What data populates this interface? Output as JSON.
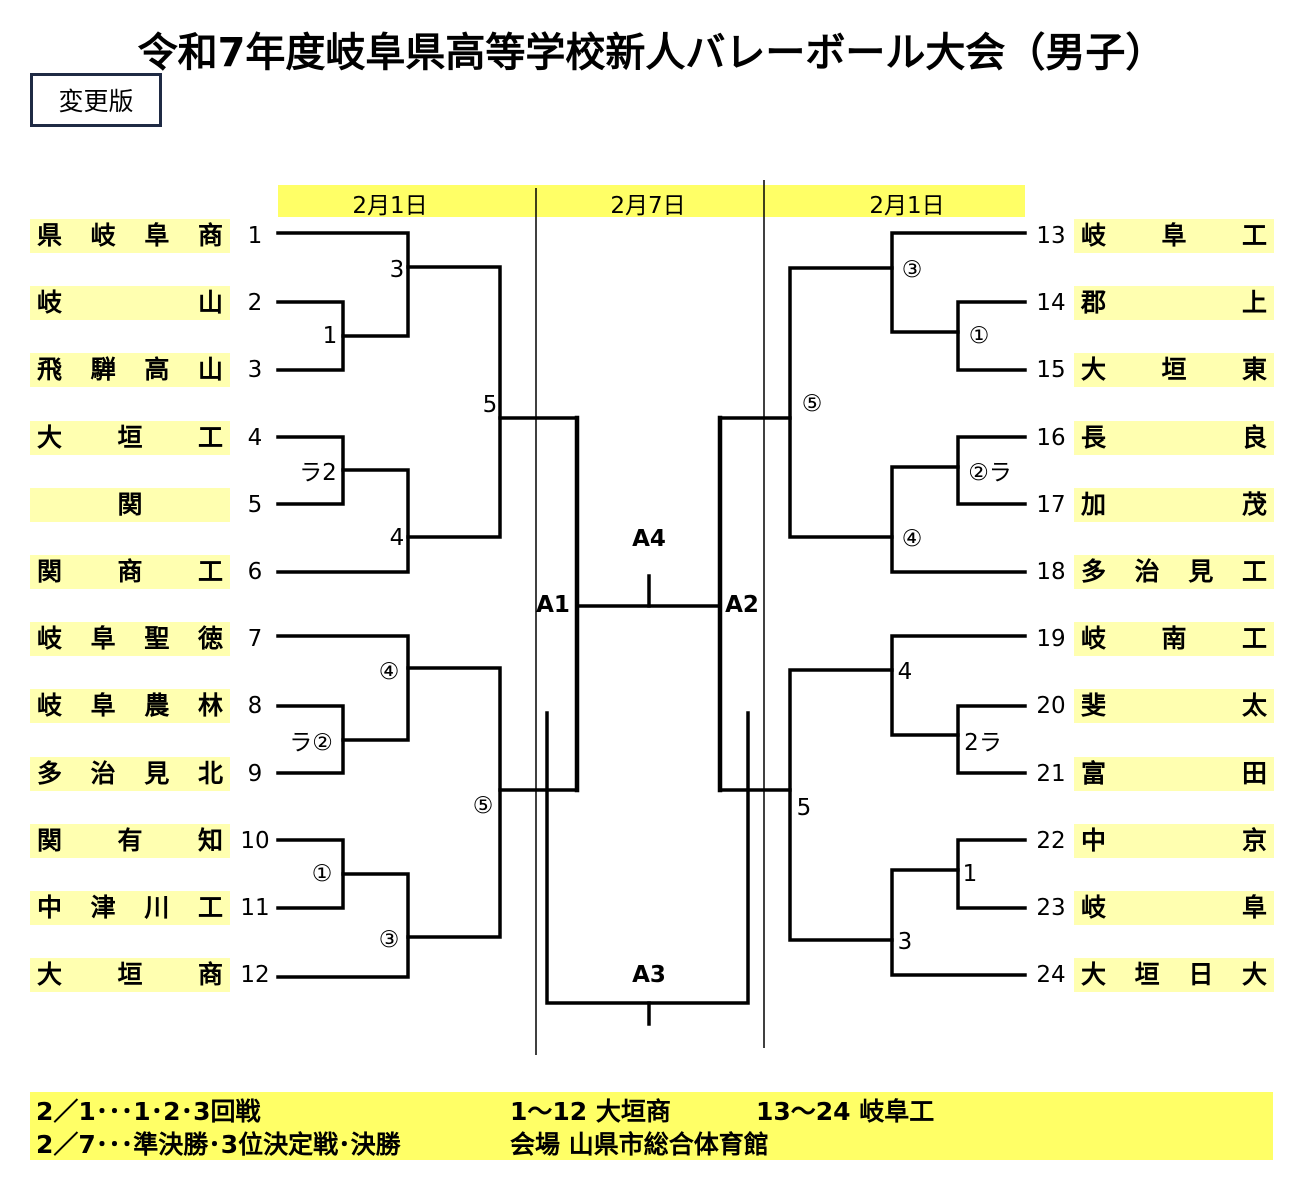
{
  "title": "令和7年度岐阜県高等学校新人バレーボール大会（男子）",
  "badge": "変更版",
  "dates": [
    "2月1日",
    "2月7日",
    "2月1日"
  ],
  "teams_left": [
    {
      "no": "1",
      "name": "県岐阜商"
    },
    {
      "no": "2",
      "name": "岐山"
    },
    {
      "no": "3",
      "name": "飛騨高山"
    },
    {
      "no": "4",
      "name": "大垣工"
    },
    {
      "no": "5",
      "name": "関"
    },
    {
      "no": "6",
      "name": "関商工"
    },
    {
      "no": "7",
      "name": "岐阜聖徳"
    },
    {
      "no": "8",
      "name": "岐阜農林"
    },
    {
      "no": "9",
      "name": "多治見北"
    },
    {
      "no": "10",
      "name": "関有知"
    },
    {
      "no": "11",
      "name": "中津川工"
    },
    {
      "no": "12",
      "name": "大垣商"
    }
  ],
  "teams_right": [
    {
      "no": "13",
      "name": "岐阜工"
    },
    {
      "no": "14",
      "name": "郡上"
    },
    {
      "no": "15",
      "name": "大垣東"
    },
    {
      "no": "16",
      "name": "長良"
    },
    {
      "no": "17",
      "name": "加茂"
    },
    {
      "no": "18",
      "name": "多治見工"
    },
    {
      "no": "19",
      "name": "岐南工"
    },
    {
      "no": "20",
      "name": "斐太"
    },
    {
      "no": "21",
      "name": "富田"
    },
    {
      "no": "22",
      "name": "中京"
    },
    {
      "no": "23",
      "name": "岐阜"
    },
    {
      "no": "24",
      "name": "大垣日大"
    }
  ],
  "match_labels": {
    "l3": "3",
    "l1": "1",
    "l5": "5",
    "lra2": "ラ2",
    "l4": "4",
    "l4c": "④",
    "lra2c": "ラ②",
    "l5c": "⑤",
    "l1c": "①",
    "l3c": "③",
    "r3c": "③",
    "r1c": "①",
    "r5c": "⑤",
    "r2rac": "②ラ",
    "r4c": "④",
    "r4": "4",
    "r2ra": "2ラ",
    "r5": "5",
    "r1": "1",
    "r3": "3",
    "a1": "A1",
    "a2": "A2",
    "a3": "A3",
    "a4": "A4"
  },
  "footer": {
    "line1_left": "2／1･･･1･2･3回戦",
    "line1_mid": "1～12  大垣商",
    "line1_right": "13～24  岐阜工",
    "line2_left": "2／7･･･準決勝･3位決定戦･決勝",
    "line2_right": "会場  山県市総合体育館"
  }
}
